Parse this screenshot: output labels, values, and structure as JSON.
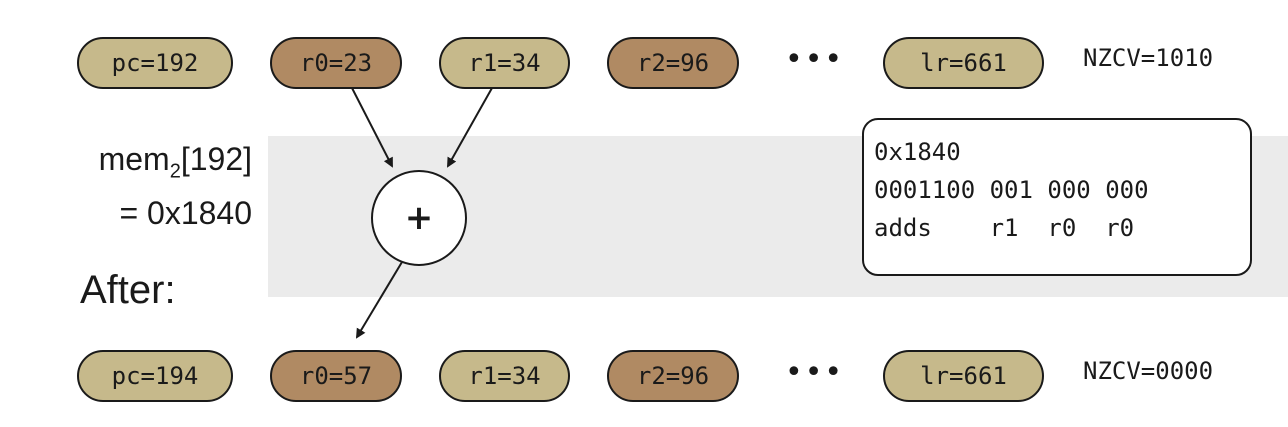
{
  "before": {
    "registers": [
      {
        "label": "pc=192"
      },
      {
        "label": "r0=23"
      },
      {
        "label": "r1=34"
      },
      {
        "label": "r2=96"
      },
      {
        "label": "lr=661"
      }
    ],
    "ellipsis": "•••",
    "flags": "NZCV=1010"
  },
  "memory": {
    "line1_prefix": "mem",
    "line1_sub": "2",
    "line1_suffix": "[192]",
    "line2": "= 0x1840"
  },
  "after_label": "After:",
  "instruction": {
    "hex": "0x1840",
    "bits": "0001100 001 000 000",
    "asm": "adds    r1  r0  r0"
  },
  "operator": "+",
  "after": {
    "registers": [
      {
        "label": "pc=194"
      },
      {
        "label": "r0=57"
      },
      {
        "label": "r1=34"
      },
      {
        "label": "r2=96"
      },
      {
        "label": "lr=661"
      }
    ],
    "ellipsis": "•••",
    "flags": "NZCV=0000"
  }
}
